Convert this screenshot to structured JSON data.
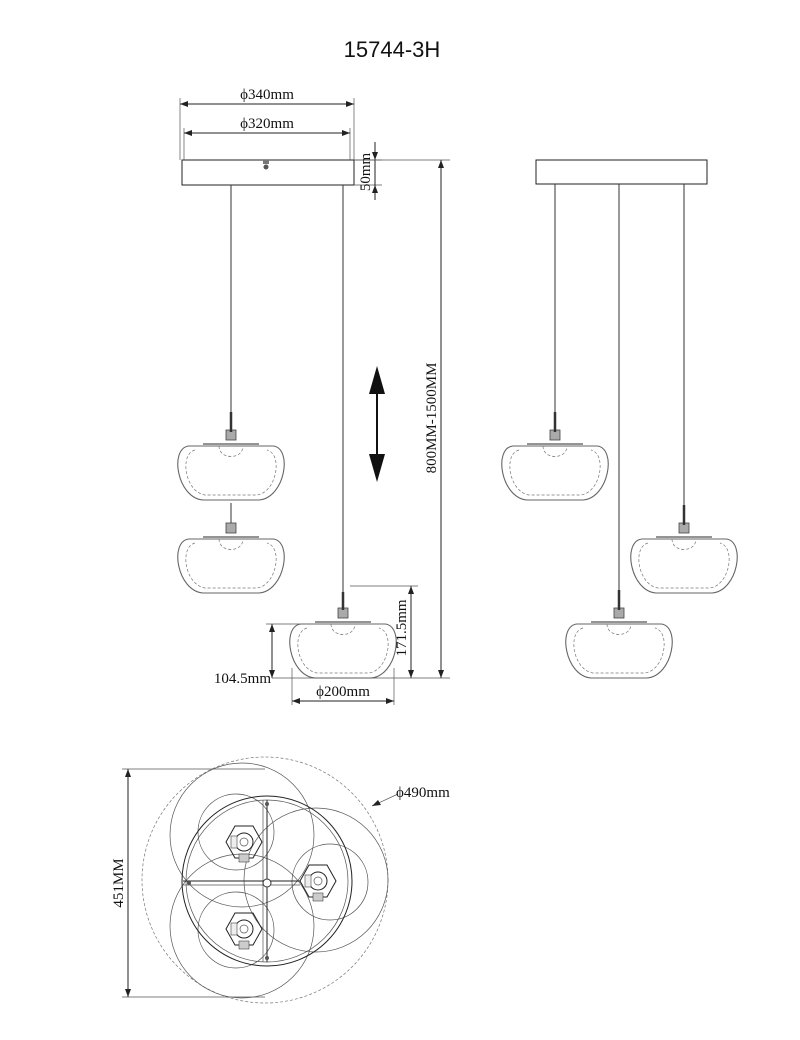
{
  "title": "15744-3H",
  "dimensions": {
    "canopy_outer_diameter": "ϕ340mm",
    "canopy_inner_diameter": "ϕ320mm",
    "canopy_height": "50mm",
    "drop_range": "800MM-1500MM",
    "shade_height": "171.5mm",
    "shade_lower_height": "104.5mm",
    "shade_diameter": "ϕ200mm",
    "overall_diameter": "ϕ490mm",
    "overall_depth": "451MM"
  },
  "icons": {
    "adjust_arrow": "double-arrow-vertical-icon"
  }
}
